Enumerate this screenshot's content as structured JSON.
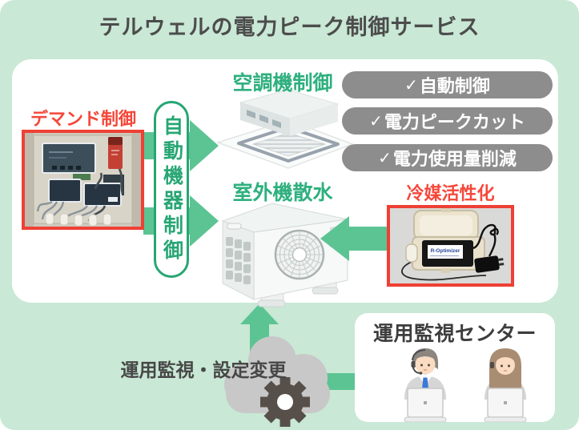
{
  "title": "テルウェルの電力ピーク制御サービス",
  "colors": {
    "background_green": "#c9e8d5",
    "panel_white": "#ffffff",
    "green_accent": "#27a674",
    "arrow_green": "#5cc493",
    "red_accent": "#f5473a",
    "photo_border_red": "#ee4035",
    "benefit_gray": "#8d8d8d",
    "dark_text": "#4c4c4c",
    "cloud_gray": "#c8c8c8",
    "gear_dark": "#57504a"
  },
  "nodes": {
    "demand_control_label": "デマンド制御",
    "auto_device_control_label": "自動機器制御",
    "ac_control_label": "空調機制御",
    "outdoor_spray_label": "室外機散水",
    "refrigerant_label": "冷媒活性化",
    "refrigerant_device_text": "R-Optimizer",
    "monitoring_center_label": "運用監視センター",
    "monitoring_caption": "運用監視・設定変更"
  },
  "benefits": [
    {
      "check": "✓",
      "label": "自動制御"
    },
    {
      "check": "✓",
      "label": "電力ピークカット"
    },
    {
      "check": "✓",
      "label": "電力使用量削減"
    }
  ]
}
